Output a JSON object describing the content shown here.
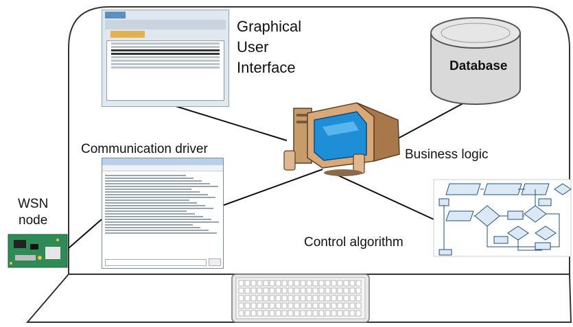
{
  "labels": {
    "gui": [
      "Graphical",
      "User",
      "Interface"
    ],
    "database": "Database",
    "communication_driver": "Communication driver",
    "business_logic": "Business logic",
    "wsn_node": [
      "WSN",
      "node"
    ],
    "control_algorithm": "Control algorithm"
  },
  "colors": {
    "frame": "#333333",
    "database_fill": "#d9d9d9",
    "monitor_screen": "#1e8fd6",
    "computer_body": "#d8a878"
  },
  "icons": [
    "gui-screenshot",
    "database-cylinder",
    "desktop-computer",
    "terminal-window",
    "flowchart",
    "circuit-board",
    "keyboard"
  ]
}
